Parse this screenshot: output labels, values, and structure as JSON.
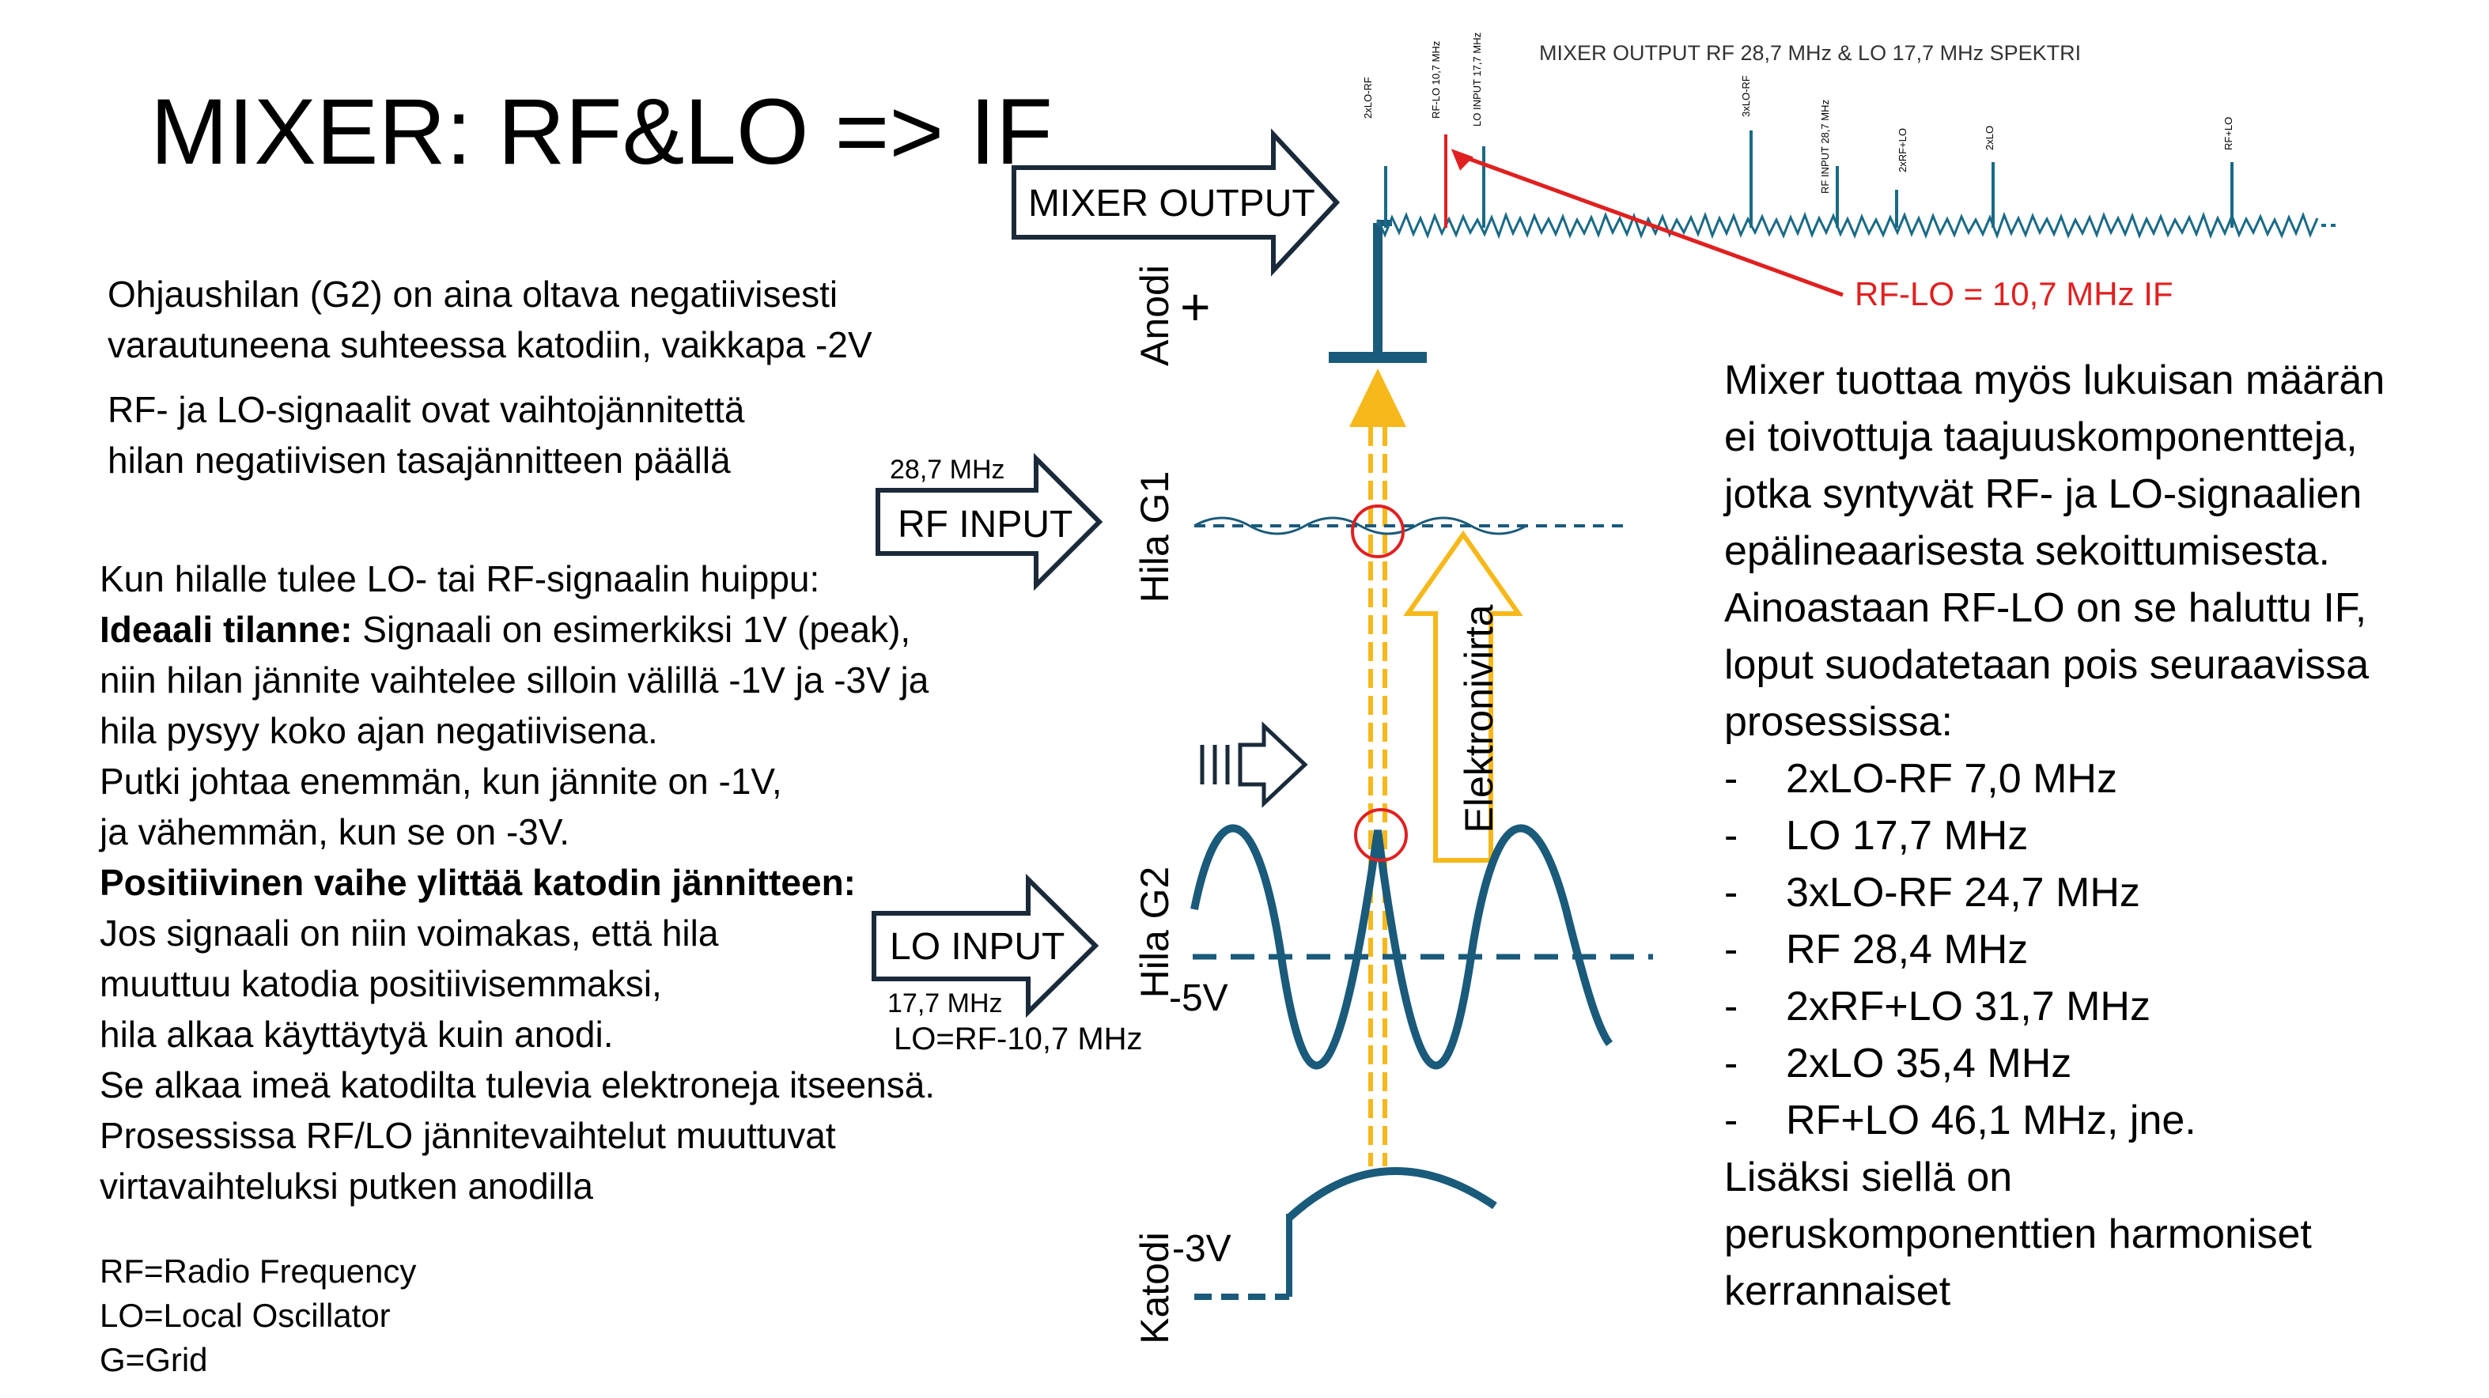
{
  "title": "MIXER: RF&LO => IF",
  "intro": {
    "line1": "Ohjaushilan (G2) on aina oltava negatiivisesti",
    "line2": "varautuneena suhteessa katodiin, vaikkapa -2V",
    "line3": "RF- ja LO-signaalit ovat vaihtojännitettä",
    "line4": "hilan negatiivisen tasajännitteen päällä"
  },
  "body": {
    "l1": "Kun hilalle tulee LO- tai RF-signaalin huippu:",
    "ideal_bold": "Ideaali tilanne:",
    "ideal_rest": " Signaali on esimerkiksi 1V (peak),",
    "l3": "niin hilan jännite vaihtelee silloin välillä -1V ja -3V ja",
    "l4": "hila pysyy koko ajan negatiivisena.",
    "l5": "Putki johtaa enemmän, kun jännite on -1V,",
    "l6": "ja vähemmän, kun se on -3V.",
    "positive_bold": "Positiivinen vaihe ylittää katodin jännitteen:",
    "l8": "Jos signaali on niin voimakas, että hila",
    "l9": "muuttuu katodia positiivisemmaksi,",
    "l10": "hila alkaa käyttäytyä kuin anodi.",
    "l11": "Se alkaa imeä katodilta tulevia elektroneja itseensä.",
    "l12": "Prosessissa RF/LO jännitevaihtelut muuttuvat",
    "l13": "virtavaihteluksi putken anodilla"
  },
  "legend": {
    "rf": "RF=Radio Frequency",
    "lo": "LO=Local Oscillator",
    "g": "G=Grid"
  },
  "diagram": {
    "mixer_output": "MIXER OUTPUT",
    "rf_input": "RF INPUT",
    "rf_freq": "28,7 MHz",
    "lo_input": "LO INPUT",
    "lo_freq": "17,7 MHz",
    "lo_eq": "LO=RF-10,7 MHz",
    "anodi": "Anodi",
    "plus": "+",
    "hila_g1": "Hila G1",
    "hila_g2": "Hila G2",
    "katodi": "Katodi",
    "elektronivirta": "Elektronivirta",
    "minus5v": "-5V",
    "minus3v": "-3V",
    "if_label": "RF-LO = 10,7 MHz IF",
    "spectrum_title": "MIXER OUTPUT RF 28,7 MHz & LO 17,7 MHz SPEKTRI",
    "peak_labels": [
      "2xLO-RF",
      "RF-LO 10,7 MHz",
      "LO INPUT 17,7 MHz",
      "3xLO-RF",
      "RF INPUT 28,7 MHz",
      "2xRF+LO",
      "2xLO",
      "RF+LO"
    ]
  },
  "right_text": {
    "p1": "Mixer tuottaa myös lukuisan määrän",
    "p2": "ei toivottuja taajuuskomponentteja,",
    "p3": "jotka syntyvät RF- ja LO-signaalien",
    "p4": "epälineaarisesta sekoittumisesta.",
    "p5": "Ainoastaan RF-LO on se haluttu IF,",
    "p6": "loput suodatetaan pois seuraavissa",
    "p7": "prosessissa:",
    "items": [
      "2xLO-RF 7,0 MHz",
      "LO 17,7 MHz",
      "3xLO-RF 24,7 MHz",
      "RF 28,4 MHz",
      "2xRF+LO 31,7 MHz",
      "2xLO 35,4 MHz",
      "RF+LO 46,1 MHz, jne."
    ],
    "dash": "-",
    "p8": "Lisäksi siellä on",
    "p9": "peruskomponenttien harmoniset",
    "p10": "kerrannaiset"
  },
  "colors": {
    "tube": "#1a5a7a",
    "beam": "#f6b81a",
    "marker": "#e02020",
    "arrow": "#1a2a3a"
  }
}
